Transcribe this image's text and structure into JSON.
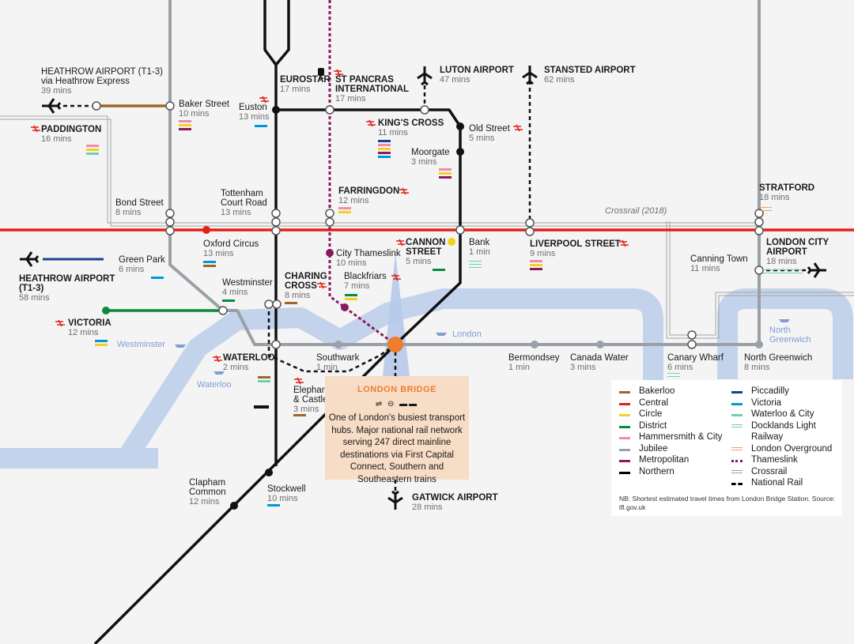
{
  "river_labels": [
    "Westminster",
    "Waterloo",
    "London",
    "North Greenwich"
  ],
  "crossrail_label": "Crossrail (2018)",
  "stations": [
    {
      "id": "heathrow-express",
      "lines": [
        "HEATHROW AIRPORT (T1-3)",
        "via Heathrow Express"
      ],
      "time": "39 mins"
    },
    {
      "id": "paddington",
      "lines": [
        "PADDINGTON"
      ],
      "time": "16 mins"
    },
    {
      "id": "baker-street",
      "lines": [
        "Baker Street"
      ],
      "time": "10 mins"
    },
    {
      "id": "euston",
      "lines": [
        "Euston"
      ],
      "time": "13 mins"
    },
    {
      "id": "eurostar",
      "lines": [
        "EUROSTAR"
      ],
      "time": "17 mins"
    },
    {
      "id": "st-pancras",
      "lines": [
        "ST PANCRAS",
        "INTERNATIONAL"
      ],
      "time": "17 mins"
    },
    {
      "id": "luton",
      "lines": [
        "LUTON AIRPORT"
      ],
      "time": "47 mins"
    },
    {
      "id": "stansted",
      "lines": [
        "STANSTED AIRPORT"
      ],
      "time": "62 mins"
    },
    {
      "id": "kings-cross",
      "lines": [
        "KING'S CROSS"
      ],
      "time": "11 mins"
    },
    {
      "id": "old-street",
      "lines": [
        "Old Street"
      ],
      "time": "5 mins"
    },
    {
      "id": "moorgate",
      "lines": [
        "Moorgate"
      ],
      "time": "3 mins"
    },
    {
      "id": "bond-street",
      "lines": [
        "Bond Street"
      ],
      "time": "8 mins"
    },
    {
      "id": "tottenham",
      "lines": [
        "Tottenham",
        "Court Road"
      ],
      "time": "13 mins"
    },
    {
      "id": "farringdon",
      "lines": [
        "FARRINGDON"
      ],
      "time": "12 mins"
    },
    {
      "id": "stratford",
      "lines": [
        "STRATFORD"
      ],
      "time": "18 mins"
    },
    {
      "id": "oxford-circus",
      "lines": [
        "Oxford Circus"
      ],
      "time": "13 mins"
    },
    {
      "id": "cannon-street",
      "lines": [
        "CANNON",
        "STREET"
      ],
      "time": "5 mins"
    },
    {
      "id": "bank",
      "lines": [
        "Bank"
      ],
      "time": "1 min"
    },
    {
      "id": "liverpool-street",
      "lines": [
        "LIVERPOOL STREET"
      ],
      "time": "9 mins"
    },
    {
      "id": "london-city",
      "lines": [
        "LONDON CITY",
        "AIRPORT"
      ],
      "time": "18 mins"
    },
    {
      "id": "canning-town",
      "lines": [
        "Canning Town"
      ],
      "time": "11 mins"
    },
    {
      "id": "green-park",
      "lines": [
        "Green Park"
      ],
      "time": "6 mins"
    },
    {
      "id": "heathrow-piccadilly",
      "lines": [
        "HEATHROW AIRPORT",
        "(T1-3)"
      ],
      "time": "58 mins"
    },
    {
      "id": "city-thameslink",
      "lines": [
        "City Thameslink"
      ],
      "time": "10 mins"
    },
    {
      "id": "westminster",
      "lines": [
        "Westminster"
      ],
      "time": "4 mins"
    },
    {
      "id": "charing-cross",
      "lines": [
        "CHARING",
        "CROSS"
      ],
      "time": "8 mins"
    },
    {
      "id": "blackfriars",
      "lines": [
        "Blackfriars"
      ],
      "time": "7 mins"
    },
    {
      "id": "victoria",
      "lines": [
        "VICTORIA"
      ],
      "time": "12 mins"
    },
    {
      "id": "waterloo",
      "lines": [
        "WATERLOO"
      ],
      "time": "2 mins"
    },
    {
      "id": "southwark",
      "lines": [
        "Southwark"
      ],
      "time": "1 min"
    },
    {
      "id": "bermondsey",
      "lines": [
        "Bermondsey"
      ],
      "time": "1 min"
    },
    {
      "id": "canada-water",
      "lines": [
        "Canada Water"
      ],
      "time": "3 mins"
    },
    {
      "id": "canary-wharf",
      "lines": [
        "Canary Wharf"
      ],
      "time": "6 mins"
    },
    {
      "id": "north-greenwich",
      "lines": [
        "North Greenwich"
      ],
      "time": "8 mins"
    },
    {
      "id": "elephant",
      "lines": [
        "Elephant",
        "& Castle"
      ],
      "time": "3 mins"
    },
    {
      "id": "clapham",
      "lines": [
        "Clapham",
        "Common"
      ],
      "time": "12 mins"
    },
    {
      "id": "stockwell",
      "lines": [
        "Stockwell"
      ],
      "time": "10 mins"
    },
    {
      "id": "gatwick",
      "lines": [
        "GATWICK AIRPORT"
      ],
      "time": "28 mins"
    }
  ],
  "callout": {
    "title": "LONDON BRIDGE",
    "icons": "⇌ ⊖ ▬▬",
    "text": "One of London's busiest transport hubs. Major national rail network serving 247 direct mainline destinations via First Capital Connect, Southern and Southeastern trains"
  },
  "legend": {
    "items": [
      {
        "label": "Bakerloo",
        "color": "#a0652a",
        "style": "solid"
      },
      {
        "label": "Central",
        "color": "#e32017",
        "style": "solid"
      },
      {
        "label": "Circle",
        "color": "#f2d21b",
        "style": "solid"
      },
      {
        "label": "District",
        "color": "#0a8a3e",
        "style": "solid"
      },
      {
        "label": "Hammersmith & City",
        "color": "#f08cb0",
        "style": "solid"
      },
      {
        "label": "Jubilee",
        "color": "#9aa0a6",
        "style": "solid"
      },
      {
        "label": "Metropolitan",
        "color": "#8a1a5e",
        "style": "solid"
      },
      {
        "label": "Northern",
        "color": "#000000",
        "style": "solid"
      },
      {
        "label": "Piccadilly",
        "color": "#1c3f94",
        "style": "solid"
      },
      {
        "label": "Victoria",
        "color": "#0098d8",
        "style": "solid"
      },
      {
        "label": "Waterloo & City",
        "color": "#6ecfb1",
        "style": "solid"
      },
      {
        "label": "Docklands Light",
        "color": "#6ecfc0",
        "style": "double"
      },
      {
        "label": "Railway",
        "color": "",
        "style": "none"
      },
      {
        "label": "London Overground",
        "color": "#f2a35c",
        "style": "double"
      },
      {
        "label": "Thameslink",
        "color": "#8a1a5e",
        "style": "dotted"
      },
      {
        "label": "Crossrail",
        "color": "#9aa0a6",
        "style": "double"
      },
      {
        "label": "National Rail",
        "color": "#000000",
        "style": "dashed"
      }
    ],
    "note": "NB: Shortest estimated travel times from London Bridge Station. Source: tfl.gov.uk"
  },
  "colors": {
    "river": "#c3d3ec",
    "central": "#e32017",
    "jubilee": "#9aa0a6",
    "thameslink": "#8a1a5e",
    "london_bridge": "#f07d2c",
    "national_rail_icon": "#e32017"
  }
}
